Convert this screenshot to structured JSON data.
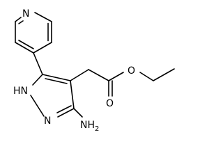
{
  "molecule": {
    "atom_labels": {
      "pyridine_n": "N",
      "pyrazole_nh": "HN",
      "pyrazole_n": "N",
      "amino": "NH",
      "amino_subscript": "2",
      "carbonyl_o": "O",
      "ester_o": "O"
    },
    "colors": {
      "bond": "#000000",
      "label": "#000000",
      "background": "#ffffff"
    }
  }
}
